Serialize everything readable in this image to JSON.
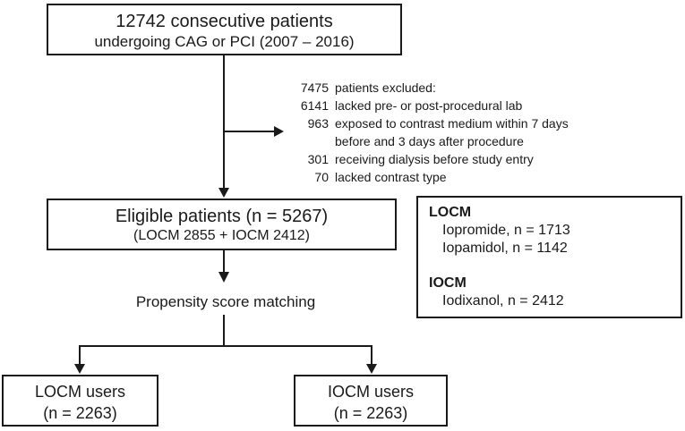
{
  "flowchart": {
    "top_box": {
      "line1": "12742 consecutive patients",
      "line2": "undergoing CAG or PCI (2007 – 2016)"
    },
    "exclusions": {
      "lines": [
        {
          "num": "7475",
          "text": "patients excluded:"
        },
        {
          "num": "6141",
          "text": "lacked pre- or post-procedural lab"
        },
        {
          "num": "963",
          "text": "exposed to contrast medium within 7 days"
        },
        {
          "num": "",
          "text": "before and 3 days after procedure"
        },
        {
          "num": "301",
          "text": "receiving dialysis before study entry"
        },
        {
          "num": "70",
          "text": "lacked contrast type"
        }
      ]
    },
    "eligible_box": {
      "line1": "Eligible patients (n = 5267)",
      "line2": "(LOCM 2855 + IOCM 2412)"
    },
    "legend_box": {
      "locm_header": "LOCM",
      "locm_items": [
        "Iopromide, n = 1713",
        "Iopamidol, n = 1142"
      ],
      "iocm_header": "IOCM",
      "iocm_items": [
        "Iodixanol, n = 2412"
      ]
    },
    "matching_label": "Propensity score matching",
    "locm_users_box": {
      "line1": "LOCM users",
      "line2": "(n = 2263)"
    },
    "iocm_users_box": {
      "line1": "IOCM users",
      "line2": "(n = 2263)"
    }
  },
  "colors": {
    "line": "#1a1a1a",
    "text": "#1a1a1a",
    "background": "#ffffff"
  }
}
